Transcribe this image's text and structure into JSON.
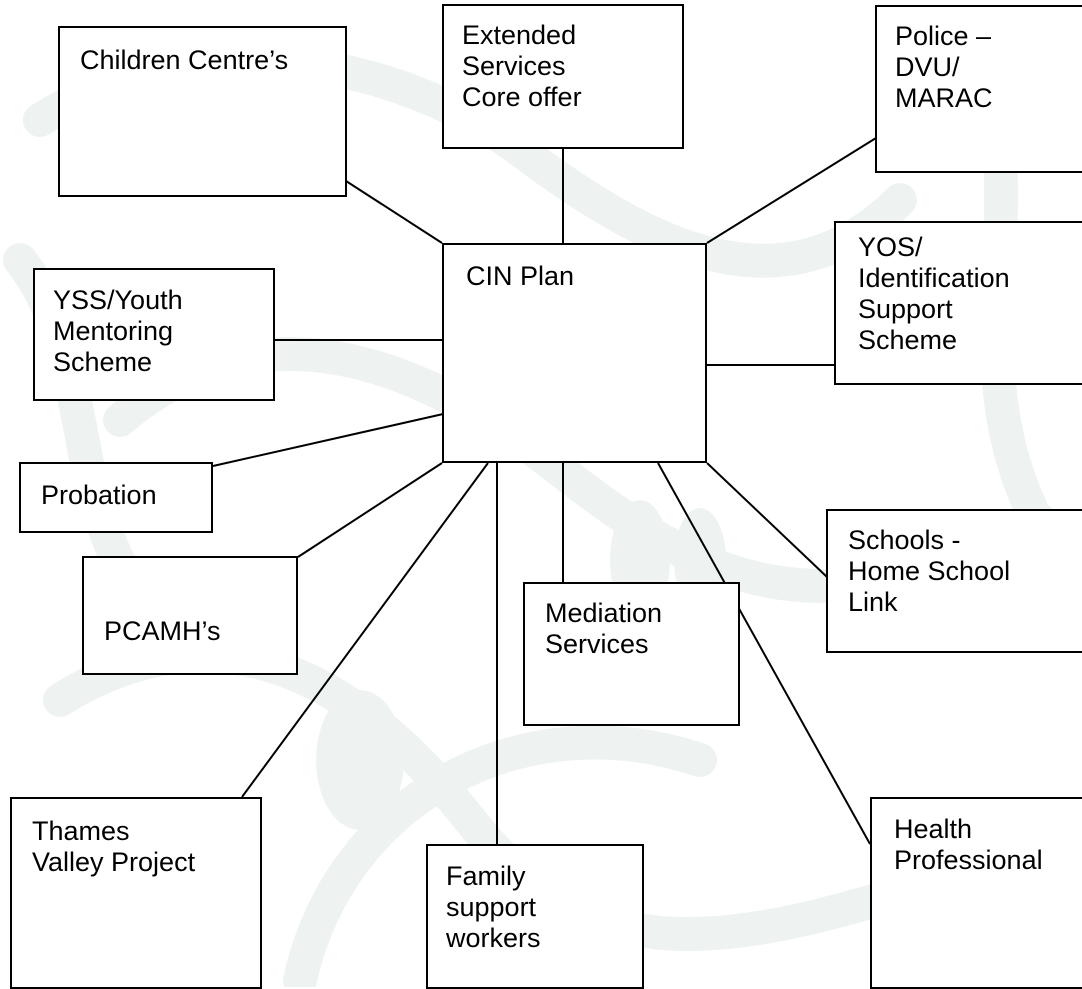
{
  "diagram": {
    "center": {
      "id": "cin",
      "text": "CIN Plan"
    },
    "nodes": [
      {
        "id": "children",
        "text": "Children Centre’s"
      },
      {
        "id": "extended",
        "text": "Extended\nServices\nCore offer"
      },
      {
        "id": "police",
        "text": "Police –\nDVU/\nMARAC"
      },
      {
        "id": "yos",
        "text": "YOS/\nIdentification\nSupport\nScheme"
      },
      {
        "id": "yss",
        "text": "YSS/Youth\nMentoring\nScheme"
      },
      {
        "id": "probation",
        "text": "Probation"
      },
      {
        "id": "pcamh",
        "text": "PCAMH’s"
      },
      {
        "id": "mediation",
        "text": "Mediation\nServices"
      },
      {
        "id": "schools",
        "text": "Schools -\nHome School\nLink"
      },
      {
        "id": "thames",
        "text": "Thames\nValley Project"
      },
      {
        "id": "family",
        "text": "Family\nsupport\nworkers"
      },
      {
        "id": "health",
        "text": "Health\nProfessional"
      }
    ],
    "connections": [
      {
        "from": "cin",
        "to": "children"
      },
      {
        "from": "cin",
        "to": "extended"
      },
      {
        "from": "cin",
        "to": "police"
      },
      {
        "from": "cin",
        "to": "yos"
      },
      {
        "from": "cin",
        "to": "yss"
      },
      {
        "from": "cin",
        "to": "probation"
      },
      {
        "from": "cin",
        "to": "pcamh"
      },
      {
        "from": "cin",
        "to": "thames"
      },
      {
        "from": "cin",
        "to": "family"
      },
      {
        "from": "cin",
        "to": "mediation"
      },
      {
        "from": "cin",
        "to": "health"
      },
      {
        "from": "cin",
        "to": "schools"
      }
    ],
    "colors": {
      "line": "#000000",
      "box_border": "#000000",
      "watermark": "#eef3f1"
    }
  }
}
